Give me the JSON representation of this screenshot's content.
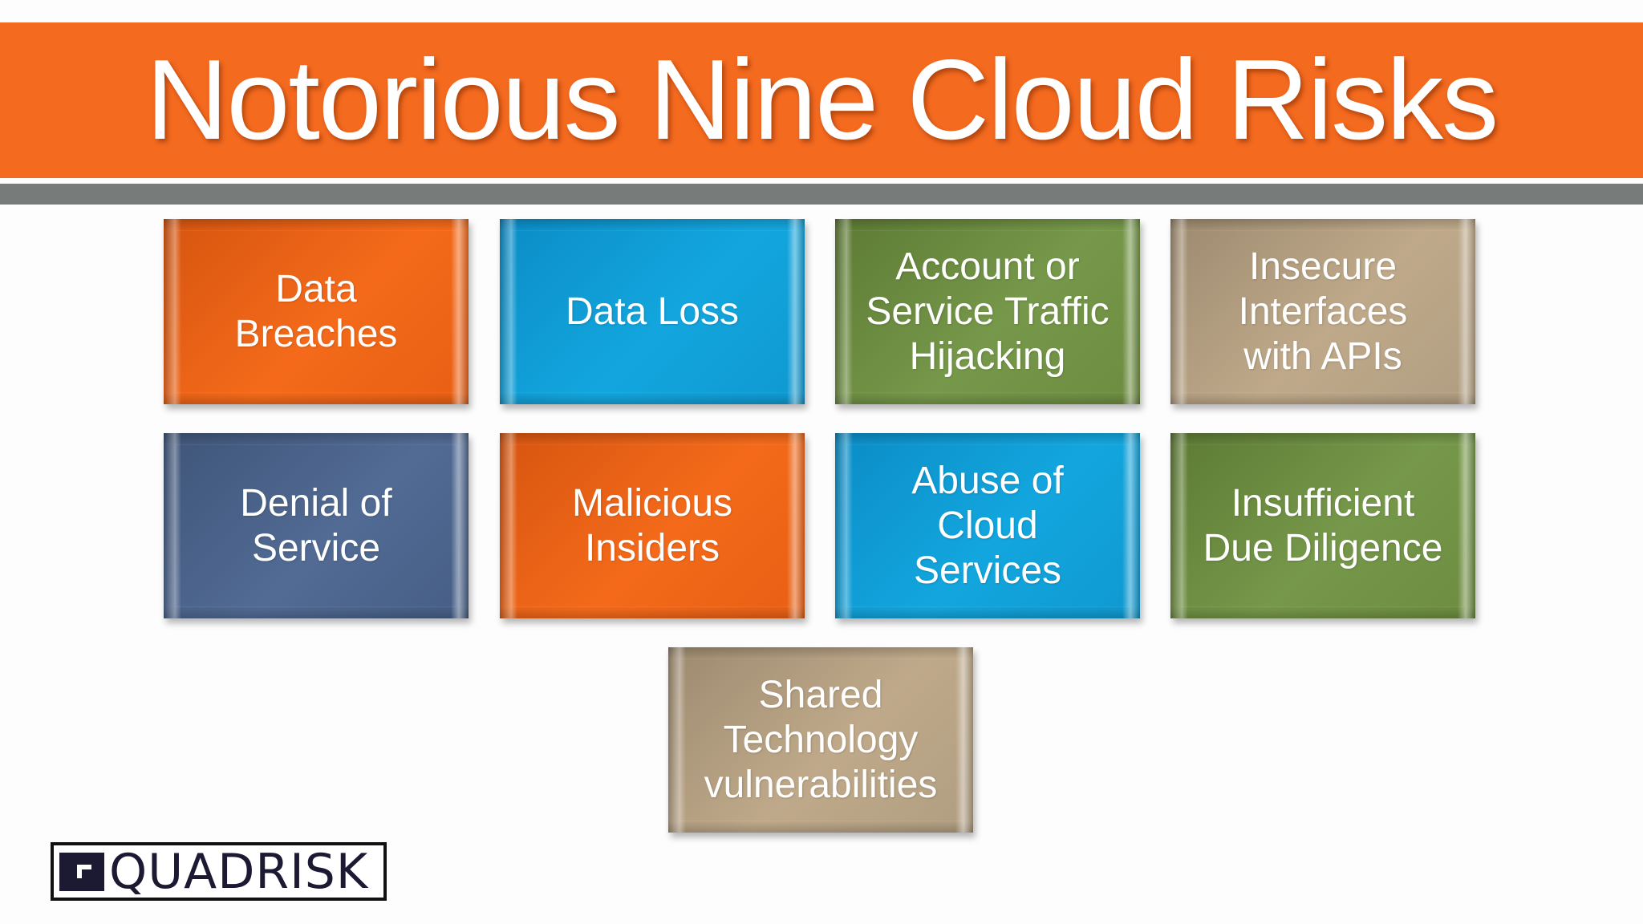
{
  "title": "Notorious Nine Cloud Risks",
  "colors": {
    "title_band": "#f46a1f",
    "separator_band": "#777b7a",
    "orange": "#f0661a",
    "blue": "#11a1d8",
    "green": "#6f8e3e",
    "tan": "#b39f82",
    "slate": "#4a6288"
  },
  "tiles": [
    {
      "label": "Data Breaches",
      "lines": [
        "Data",
        "Breaches"
      ],
      "color": "orange"
    },
    {
      "label": "Data Loss",
      "lines": [
        "Data Loss"
      ],
      "color": "blue"
    },
    {
      "label": "Account or Service Traffic Hijacking",
      "lines": [
        "Account or",
        "Service Traffic",
        "Hijacking"
      ],
      "color": "green"
    },
    {
      "label": "Insecure Interfaces with APIs",
      "lines": [
        "Insecure",
        "Interfaces",
        "with APIs"
      ],
      "color": "tan"
    },
    {
      "label": "Denial of Service",
      "lines": [
        "Denial of",
        "Service"
      ],
      "color": "slate"
    },
    {
      "label": "Malicious Insiders",
      "lines": [
        "Malicious",
        "Insiders"
      ],
      "color": "orange"
    },
    {
      "label": "Abuse of Cloud Services",
      "lines": [
        "Abuse of",
        "Cloud",
        "Services"
      ],
      "color": "blue"
    },
    {
      "label": "Insufficient Due Diligence",
      "lines": [
        "Insufficient",
        "Due Diligence"
      ],
      "color": "green"
    },
    {
      "label": "Shared Technology vulnerabilities",
      "lines": [
        "Shared",
        "Technology",
        "vulnerabilities"
      ],
      "color": "tan"
    }
  ],
  "logo": {
    "text": "QUADRISK"
  }
}
